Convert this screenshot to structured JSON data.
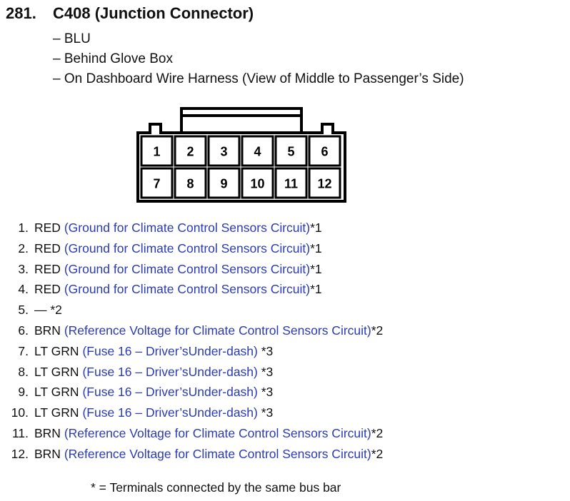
{
  "header": {
    "number": "281.",
    "title": "C408 (Junction Connector)",
    "details": [
      "– BLU",
      "– Behind Glove Box",
      "– On Dashboard Wire Harness (View of Middle to Passenger’s Side)"
    ]
  },
  "connector": {
    "top_row": [
      "1",
      "2",
      "3",
      "4",
      "5",
      "6"
    ],
    "bottom_row": [
      "7",
      "8",
      "9",
      "10",
      "11",
      "12"
    ]
  },
  "pins": [
    {
      "num": "1.",
      "color": "RED",
      "circuit": "(Ground for Climate Control Sensors Circuit)",
      "note": "*1"
    },
    {
      "num": "2.",
      "color": "RED",
      "circuit": "(Ground for Climate Control Sensors Circuit)",
      "note": "*1"
    },
    {
      "num": "3.",
      "color": "RED",
      "circuit": "(Ground for Climate Control Sensors Circuit)",
      "note": "*1"
    },
    {
      "num": "4.",
      "color": "RED",
      "circuit": "(Ground for Climate Control Sensors Circuit)",
      "note": "*1"
    },
    {
      "num": "5.",
      "color": "—",
      "circuit": "",
      "note": "*2"
    },
    {
      "num": "6.",
      "color": "BRN",
      "circuit": "(Reference Voltage for Climate Control Sensors Circuit)",
      "note": "*2"
    },
    {
      "num": "7.",
      "color": "LT GRN",
      "circuit": "(Fuse 16 – Driver’sUnder-dash)",
      "note": "*3"
    },
    {
      "num": "8.",
      "color": "LT GRN",
      "circuit": "(Fuse 16 – Driver’sUnder-dash)",
      "note": "*3"
    },
    {
      "num": "9.",
      "color": "LT GRN",
      "circuit": "(Fuse 16 – Driver’sUnder-dash)",
      "note": "*3"
    },
    {
      "num": "10.",
      "color": "LT GRN",
      "circuit": "(Fuse 16 – Driver’sUnder-dash)",
      "note": "*3"
    },
    {
      "num": "11.",
      "color": "BRN",
      "circuit": "(Reference Voltage for Climate Control Sensors Circuit)",
      "note": "*2"
    },
    {
      "num": "12.",
      "color": "BRN",
      "circuit": "(Reference Voltage for Climate Control Sensors Circuit)",
      "note": "*2"
    }
  ],
  "footnote": "* = Terminals connected by the same bus bar",
  "colors": {
    "text": "#111111",
    "circuit": "#2b3bb5"
  }
}
